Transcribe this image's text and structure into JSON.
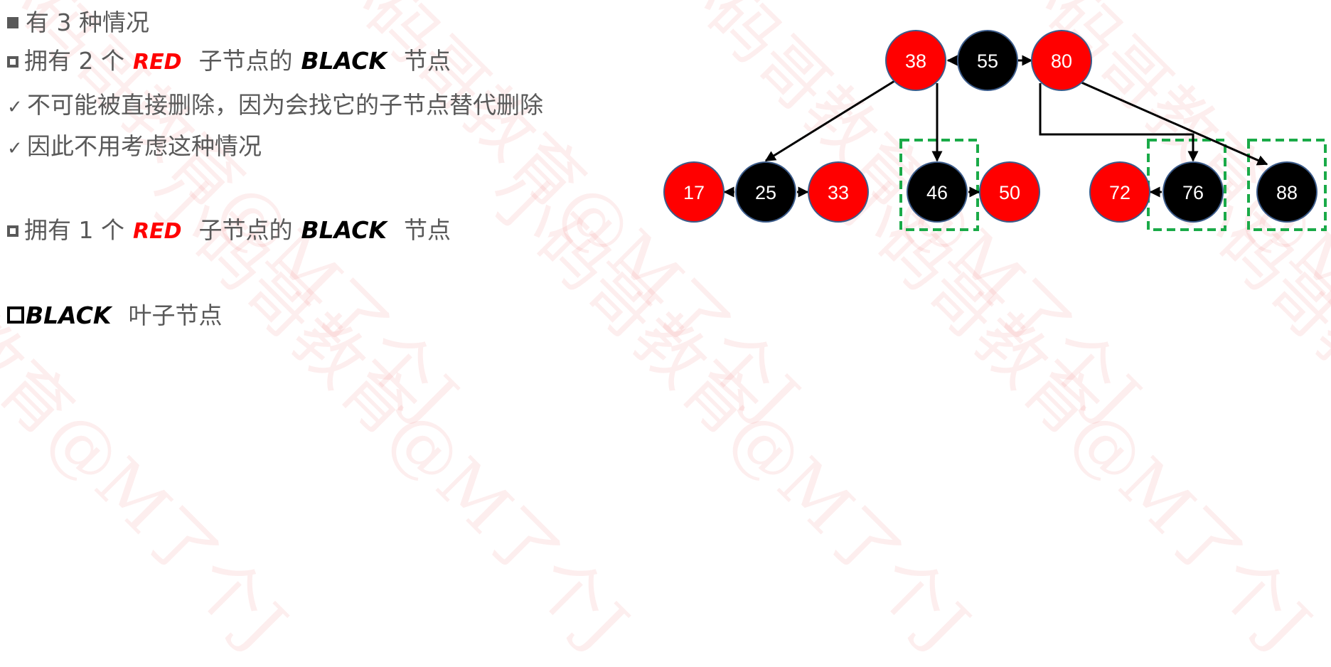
{
  "watermark": {
    "text": "小码哥教育@M了个J"
  },
  "lines": {
    "l1": {
      "text": "有 3 种情况"
    },
    "l2": {
      "before": "拥有 2 个",
      "red": "RED",
      "mid": "子节点的",
      "black": "BLACK",
      "after": "节点"
    },
    "l3": {
      "text": "不可能被直接删除，因为会找它的子节点替代删除"
    },
    "l4": {
      "text": "因此不用考虑这种情况"
    },
    "l5": {
      "before": "拥有 1 个",
      "red": "RED",
      "mid": "子节点的",
      "black": "BLACK",
      "after": "节点"
    },
    "l6": {
      "black": "BLACK",
      "after": "叶子节点"
    }
  },
  "colors": {
    "red_node": "#ff0000",
    "black_node": "#000000",
    "highlight": "#1aaa48",
    "text": "#595959"
  },
  "tree": {
    "nodes": [
      {
        "id": "n38",
        "label": "38",
        "color": "red"
      },
      {
        "id": "n55",
        "label": "55",
        "color": "black"
      },
      {
        "id": "n80",
        "label": "80",
        "color": "red"
      },
      {
        "id": "n17",
        "label": "17",
        "color": "red"
      },
      {
        "id": "n25",
        "label": "25",
        "color": "black"
      },
      {
        "id": "n33",
        "label": "33",
        "color": "red"
      },
      {
        "id": "n46",
        "label": "46",
        "color": "black"
      },
      {
        "id": "n50",
        "label": "50",
        "color": "red"
      },
      {
        "id": "n72",
        "label": "72",
        "color": "red"
      },
      {
        "id": "n76",
        "label": "76",
        "color": "black"
      },
      {
        "id": "n88",
        "label": "88",
        "color": "black"
      }
    ],
    "highlighted": [
      "n46",
      "n76",
      "n88"
    ]
  }
}
